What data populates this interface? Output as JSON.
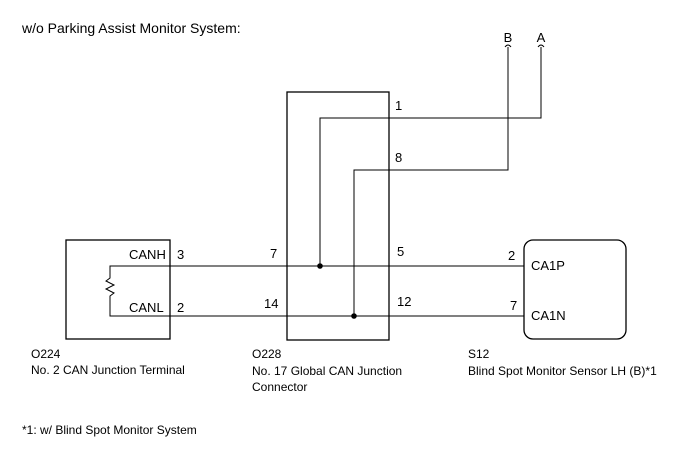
{
  "title": "w/o Parking Assist Monitor System:",
  "footnote": "*1: w/ Blind Spot Monitor System",
  "open_ends": [
    {
      "label": "B"
    },
    {
      "label": "A"
    }
  ],
  "components": {
    "o224": {
      "code": "O224",
      "name": "No. 2 CAN Junction Terminal",
      "pins": {
        "canh_label": "CANH",
        "canh_num": "3",
        "canl_label": "CANL",
        "canl_num": "2"
      }
    },
    "o228": {
      "code": "O228",
      "name_line1": "No. 17 Global CAN Junction",
      "name_line2": "Connector",
      "pins": {
        "p1": "1",
        "p8": "8",
        "p7": "7",
        "p5": "5",
        "p14": "14",
        "p12": "12"
      }
    },
    "s12": {
      "code": "S12",
      "name": "Blind Spot Monitor Sensor LH (B)*1",
      "pins": {
        "ca1p_num": "2",
        "ca1p_label": "CA1P",
        "ca1n_num": "7",
        "ca1n_label": "CA1N"
      }
    }
  }
}
